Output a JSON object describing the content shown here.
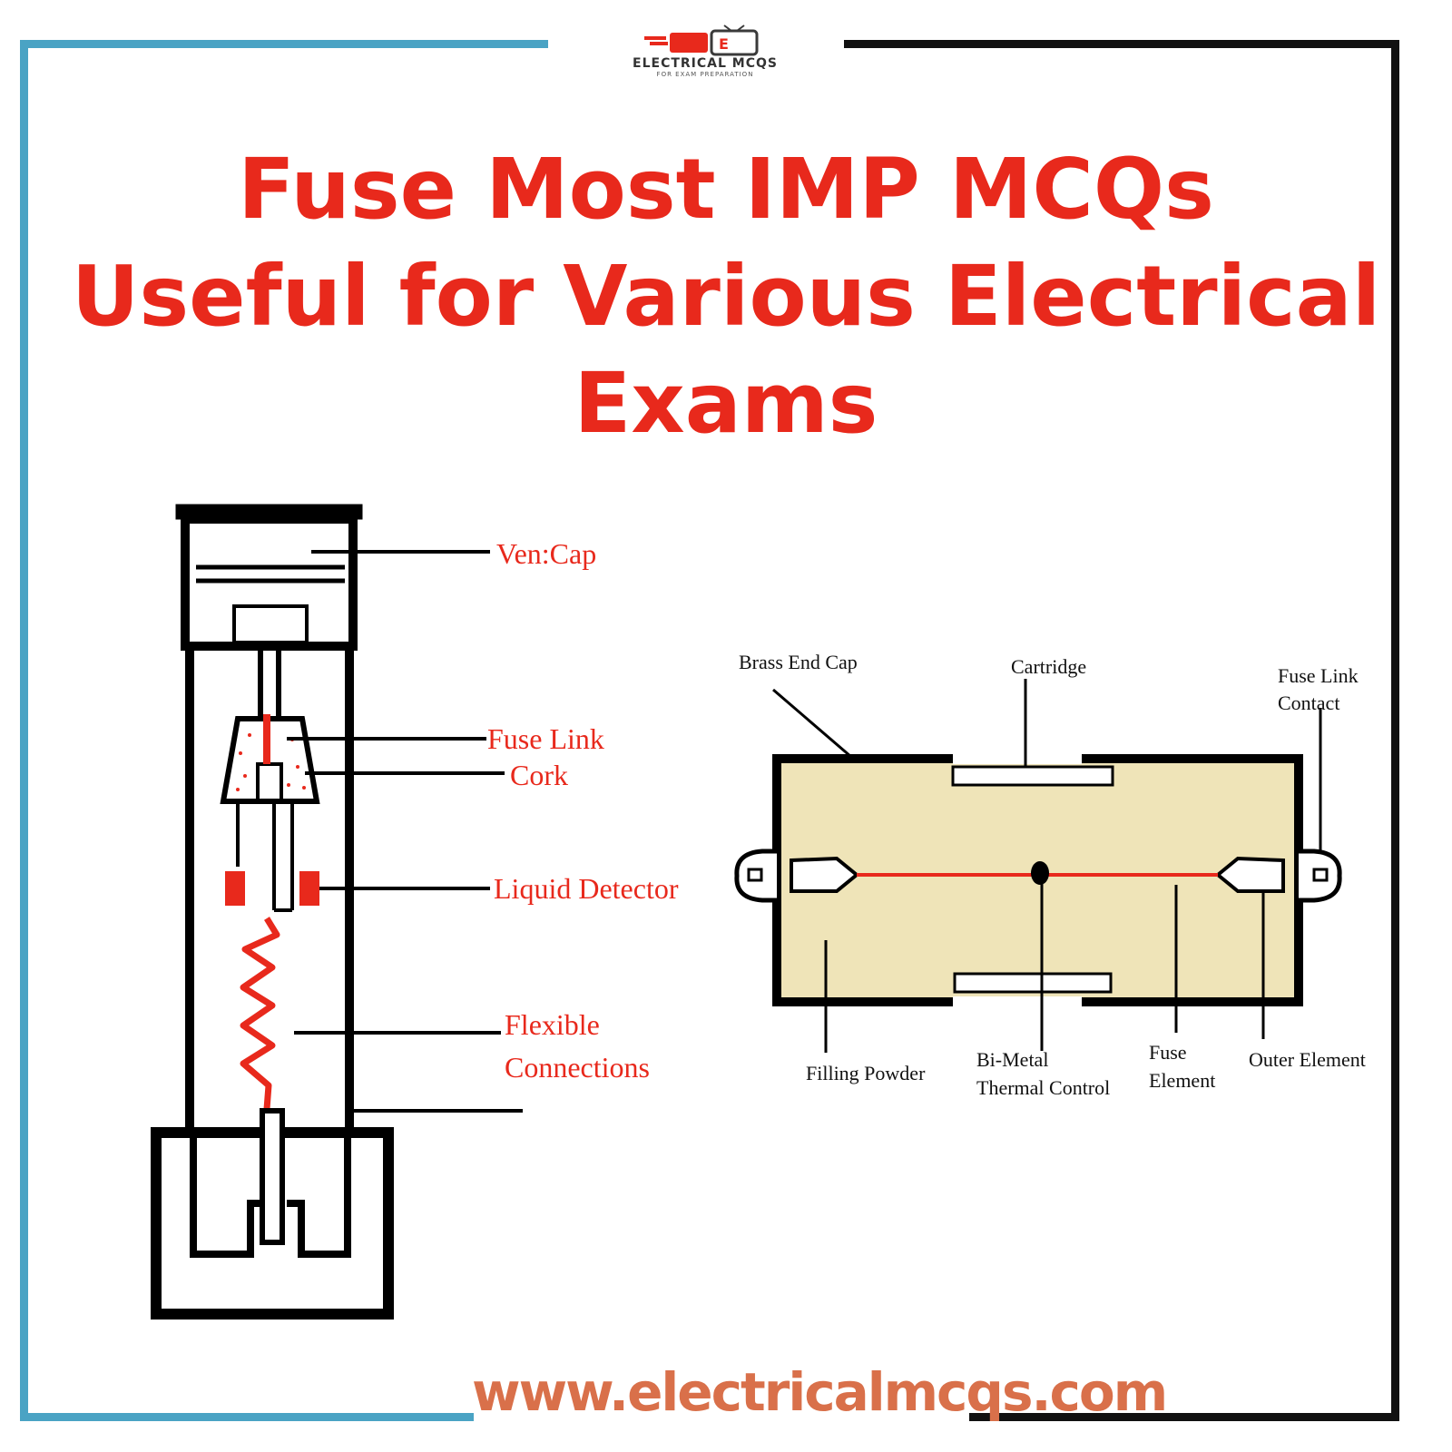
{
  "logo": {
    "name": "ELECTRICAL MCQS",
    "tagline": "FOR EXAM PREPARATION"
  },
  "title": {
    "line1": "Fuse Most IMP MCQs",
    "line2": "Useful for Various Electrical",
    "line3": "Exams"
  },
  "left_diagram": {
    "labels": {
      "vent_cap": "Ven:Cap",
      "fuse_link": "Fuse Link",
      "cork": "Cork",
      "liquid_detector": "Liquid Detector",
      "flexible_1": "Flexible",
      "flexible_2": "Connections"
    }
  },
  "right_diagram": {
    "labels": {
      "brass_end_cap": "Brass End Cap",
      "cartridge": "Cartridge",
      "fuse_link_contact_1": "Fuse Link",
      "fuse_link_contact_2": "Contact",
      "filling_powder": "Filling Powder",
      "bimetal_1": "Bi-Metal",
      "bimetal_2": "Thermal Control",
      "fuse_element_1": "Fuse",
      "fuse_element_2": "Element",
      "outer_element": "Outer Element"
    }
  },
  "footer": {
    "website": "www.electricalmcqs.com"
  },
  "colors": {
    "frame_blue": "#4aa3c4",
    "title_red": "#e8291c",
    "cartridge_fill": "#efe4b8"
  }
}
